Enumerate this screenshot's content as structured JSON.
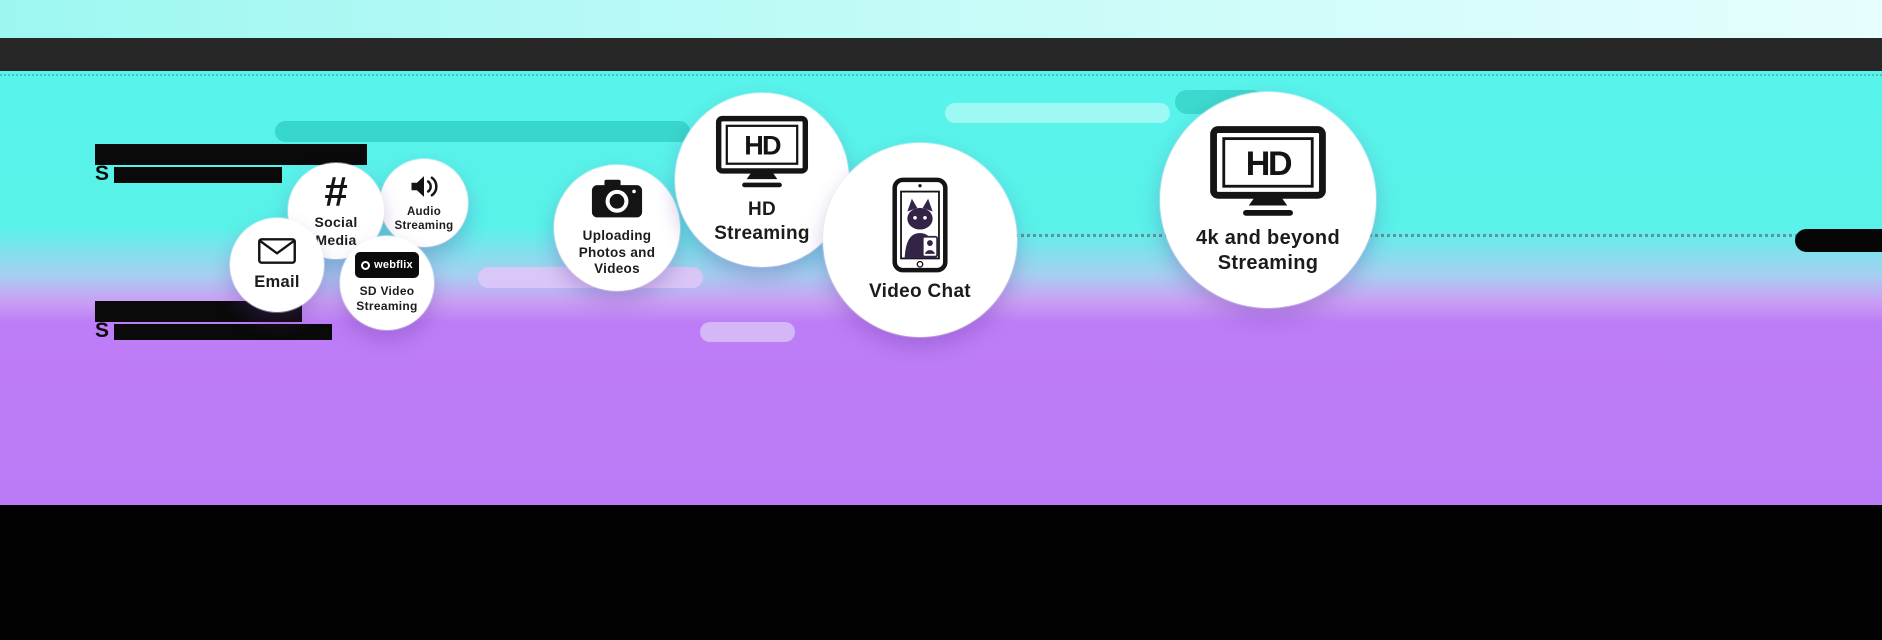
{
  "colors": {
    "background_top": "#58f3ea",
    "background_bottom": "#bd7df6",
    "top_strip": "#a7f8f3",
    "dark_header_bar": "#272727",
    "footer_bar": "#020202",
    "streak_teal": "#2fd0c6",
    "streak_lavender": "#dec6f8"
  },
  "icons": {
    "hash_glyph": "#"
  },
  "left_captions": {
    "top_partial": "S",
    "bottom_partial": "S"
  },
  "bubbles": [
    {
      "label": "Email",
      "icon": "envelope-icon"
    },
    {
      "label": "Social Media",
      "icon": "hash-icon"
    },
    {
      "label": "Audio Streaming",
      "icon": "speaker-icon"
    },
    {
      "label": "SD Video Streaming",
      "icon": "webflix-logo",
      "logo_text": "webflix"
    },
    {
      "label": "Uploading Photos and Videos",
      "icon": "camera-icon"
    },
    {
      "label": "HD Streaming",
      "icon": "hd-tv-icon",
      "screen_text": "HD"
    },
    {
      "label": "Video Chat",
      "icon": "video-call-phone-icon"
    },
    {
      "label": "4k and beyond Streaming",
      "icon": "hd-tv-icon",
      "screen_text": "HD"
    }
  ]
}
